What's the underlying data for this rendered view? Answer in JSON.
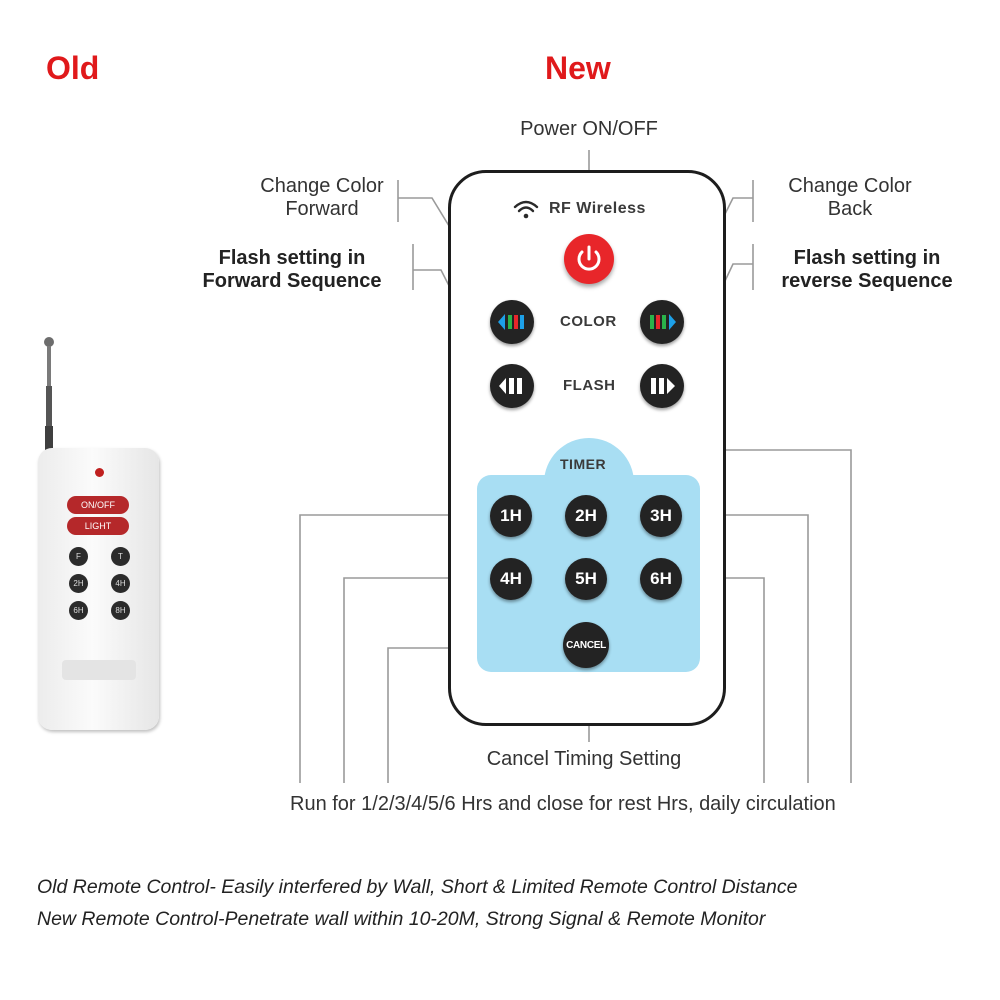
{
  "headers": {
    "old": "Old",
    "new": "New"
  },
  "callouts": {
    "power": "Power ON/OFF",
    "change_color_forward": [
      "Change Color",
      "Forward"
    ],
    "flash_forward": [
      "Flash setting in",
      "Forward Sequence"
    ],
    "change_color_back": [
      "Change Color",
      "Back"
    ],
    "flash_reverse": [
      "Flash setting in",
      "reverse Sequence"
    ],
    "cancel_timing": "Cancel Timing Setting",
    "run_hours": "Run for 1/2/3/4/5/6 Hrs and close for rest Hrs, daily circulation"
  },
  "new_remote": {
    "brand": "RF Wireless",
    "color_label": "COLOR",
    "flash_label": "FLASH",
    "timer_label": "TIMER",
    "timer_buttons": [
      "1H",
      "2H",
      "3H",
      "4H",
      "5H",
      "6H"
    ],
    "cancel_button": "CANCEL",
    "accent": "#e8262a",
    "timer_panel_color": "#a8def3"
  },
  "old_remote": {
    "on_off": "ON/OFF",
    "light": "LIGHT",
    "buttons": [
      "F",
      "T",
      "2H",
      "4H",
      "6H",
      "8H"
    ]
  },
  "captions": [
    "Old Remote Control- Easily interfered by Wall, Short & Limited Remote Control Distance",
    "New Remote Control-Penetrate wall within 10-20M, Strong Signal & Remote Monitor"
  ]
}
